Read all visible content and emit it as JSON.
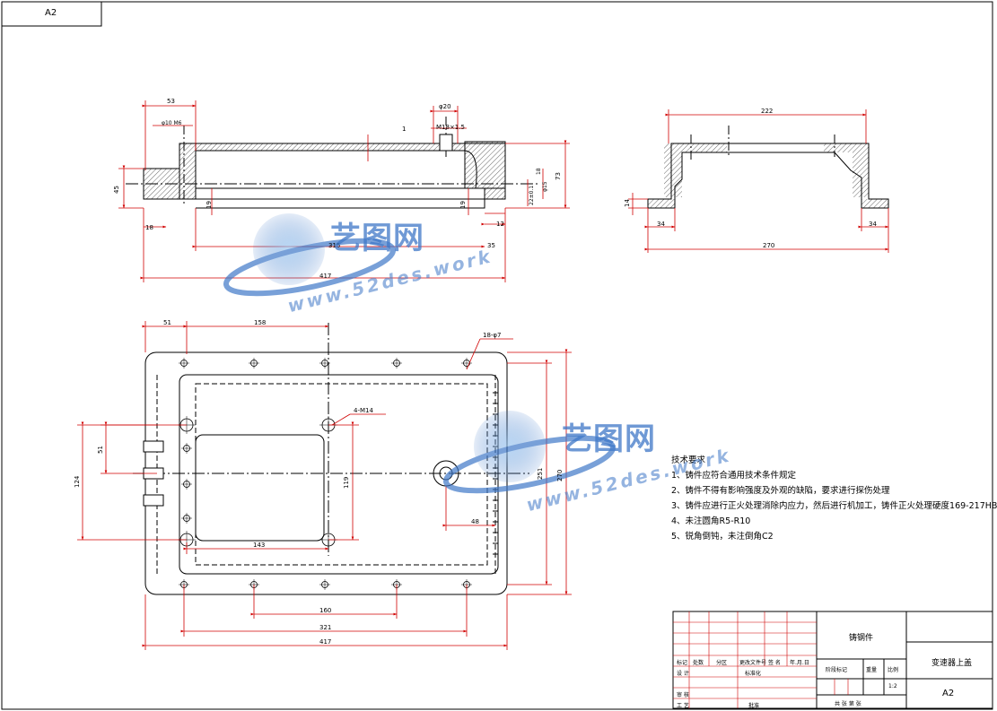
{
  "sheet": {
    "size_label": "A2",
    "colors": {
      "outline": "#000000",
      "dimension": "#d00000",
      "center": "#000000",
      "watermark": "#3f78c8"
    }
  },
  "watermarks": [
    {
      "cn": "艺图网",
      "url": "www.52des.work"
    },
    {
      "cn": "艺图网",
      "url": "www.52des.work"
    }
  ],
  "front_view": {
    "dims": {
      "d53": "53",
      "d20": "φ20",
      "m18": "M18×1.5",
      "d1": "1",
      "m6": "φ10 M6",
      "d45": "45",
      "d73": "73",
      "d18": "18",
      "d315": "315",
      "d417": "417",
      "d12": "12",
      "d35": "35",
      "d19a": "19",
      "d19b": "19",
      "d22": "22±0.1",
      "d15": "φ15",
      "d18b": "18"
    }
  },
  "side_view": {
    "dims": {
      "d222": "222",
      "d34a": "34",
      "d34b": "34",
      "d270": "270",
      "d14": "14"
    }
  },
  "top_view": {
    "dims": {
      "d51": "51",
      "d158": "158",
      "holes18": "18-φ7",
      "m14": "4-M14",
      "d51v": "51",
      "d124": "124",
      "d119": "119",
      "d143": "143",
      "d48": "48",
      "d251": "251",
      "d270": "270",
      "d160": "160",
      "d321": "321",
      "d417": "417"
    }
  },
  "notes": {
    "title": "技术要求",
    "items": [
      "1、铸件应符合通用技术条件规定",
      "2、铸件不得有影响强度及外观的缺陷，要求进行探伤处理",
      "3、铸件应进行正火处理消除内应力，然后进行机加工，铸件正火处理硬度169-217HB",
      "4、未注圆角R5-R10",
      "5、锐角倒钝，未注倒角C2"
    ]
  },
  "title_block": {
    "material": "铸钢件",
    "part_name": "变速器上盖",
    "size": "A2",
    "scale": "1:2",
    "scale_label": "比例",
    "weight_label": "重量",
    "stage_label": "阶段标记",
    "design": "设 计",
    "check": "审 核",
    "process": "工 艺",
    "standard": "标准化",
    "approve": "批准",
    "mark": "标记",
    "count": "处数",
    "zone": "分区",
    "change_doc": "更改文件号",
    "sign": "签 名",
    "date": "年.月.日",
    "sheet_info": "共  张  第  张"
  }
}
